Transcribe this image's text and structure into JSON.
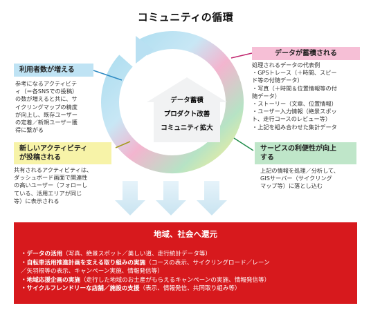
{
  "title": "コミュニティの循環",
  "center": {
    "line1": "データ蓄積",
    "line2": "プロダクト改善",
    "line3": "コミュニティ拡大"
  },
  "nodes": {
    "users": {
      "label": "利用者数が増える",
      "desc": [
        "参考になるアクティビテ",
        "ィ（＝各SNSでの投稿）",
        "の数が増えると共に、サ",
        "イクリングマップの精度",
        "が向上し、既存ユーザー",
        "の定着／新規ユーザー獲",
        "得に繋がる"
      ],
      "color": "#bfe3f4"
    },
    "data": {
      "label": "データが蓄積される",
      "desc": [
        "処理されるデータの代表例",
        "・GPSトレース（＋時間、スピー",
        "ド等の付随データ）",
        "・写真（＋時間＆位置情報等の付",
        "随データ）",
        "・ストーリー（文章、位置情報）",
        "・ユーザー入力情報（絶景スポッ",
        "ト、走行コースのレビュー等）",
        "・上記を組み合わせた集計データ"
      ],
      "color": "#f6bfd6"
    },
    "service": {
      "label": "サービスの利便性が向上",
      "label2": "する",
      "desc": [
        "上記の情報を処理／分析して、",
        "GISサーバー（サイクリング",
        "マップ等）に落とし込む"
      ],
      "color": "#bfe6c9"
    },
    "activity": {
      "label": "新しいアクティビティ",
      "label2": "が投稿される",
      "desc": [
        "共有されるアクティビティは、",
        "ダッシュボード画面で関連性",
        "の高いユーザー（フォローし",
        "ている、活用エリアが同じ",
        "等）に表示される"
      ],
      "color": "#f7f3a8"
    }
  },
  "bottom": {
    "title": "地域、社会へ還元",
    "items": [
      {
        "bold": "・データの活用",
        "rest": "（写真、絶景スポット／美しい道、走行統計データ等）"
      },
      {
        "bold": "・自転車活用推進計画を支える取り組みの実施",
        "rest": "（コースの表示、サイクリングロード／レーン"
      },
      {
        "bold": "",
        "rest": "／矢羽根等の表示、キャンペーン実施、情報発信等）"
      },
      {
        "bold": "・地域応援企画の実施",
        "rest": "（走行した地域のお土産がもらえるキャンペーンの実施、情報発信等）"
      },
      {
        "bold": "・サイクルフレンドリーな店舗／施設の支援",
        "rest": "（表示、情報発信、共同取り組み等）"
      }
    ]
  }
}
